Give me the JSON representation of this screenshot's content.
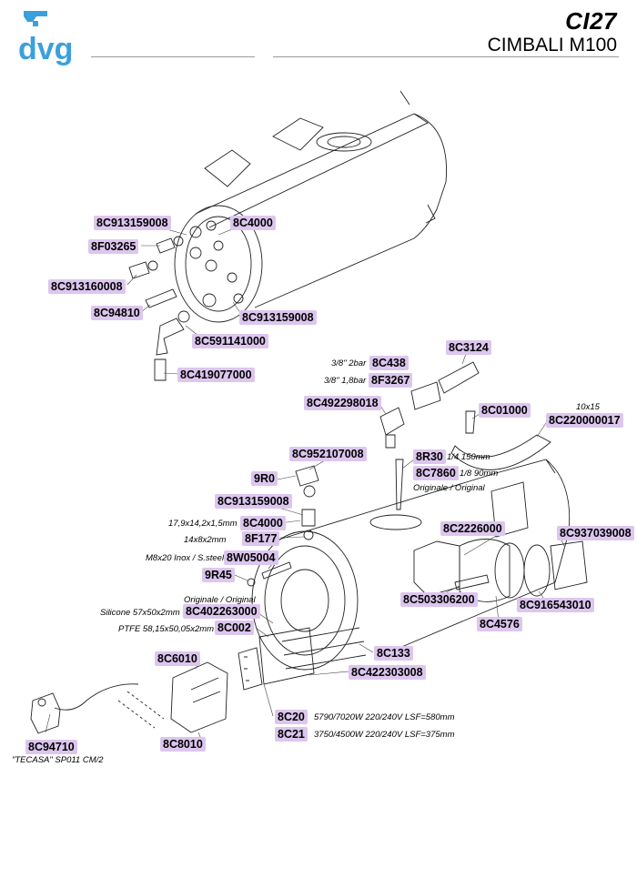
{
  "header": {
    "logo_text": "dvg",
    "code": "CI27",
    "model": "CIMBALI M100"
  },
  "parts": [
    {
      "id": "p1",
      "code": "8C913159008"
    },
    {
      "id": "p2",
      "code": "8C4000"
    },
    {
      "id": "p3",
      "code": "8F03265"
    },
    {
      "id": "p4",
      "code": "8C913160008"
    },
    {
      "id": "p5",
      "code": "8C94810"
    },
    {
      "id": "p6",
      "code": "8C913159008"
    },
    {
      "id": "p7",
      "code": "8C591141000"
    },
    {
      "id": "p8",
      "code": "8C419077000"
    },
    {
      "id": "p9",
      "code": "8C3124"
    },
    {
      "id": "p10",
      "code": "8C438"
    },
    {
      "id": "p11",
      "code": "8F3267"
    },
    {
      "id": "p12",
      "code": "8C492298018"
    },
    {
      "id": "p13",
      "code": "8C01000"
    },
    {
      "id": "p14",
      "code": "8C220000017"
    },
    {
      "id": "p15",
      "code": "8C952107008"
    },
    {
      "id": "p16",
      "code": "8R30"
    },
    {
      "id": "p17",
      "code": "8C7860"
    },
    {
      "id": "p18",
      "code": "9R0"
    },
    {
      "id": "p19",
      "code": "8C913159008"
    },
    {
      "id": "p20",
      "code": "8C4000"
    },
    {
      "id": "p21",
      "code": "8F177"
    },
    {
      "id": "p22",
      "code": "8C2226000"
    },
    {
      "id": "p23",
      "code": "8C937039008"
    },
    {
      "id": "p24",
      "code": "8W05004"
    },
    {
      "id": "p25",
      "code": "9R45"
    },
    {
      "id": "p26",
      "code": "8C503306200"
    },
    {
      "id": "p27",
      "code": "8C916543010"
    },
    {
      "id": "p28",
      "code": "8C402263000"
    },
    {
      "id": "p29",
      "code": "8C002"
    },
    {
      "id": "p30",
      "code": "8C4576"
    },
    {
      "id": "p31",
      "code": "8C6010"
    },
    {
      "id": "p32",
      "code": "8C133"
    },
    {
      "id": "p33",
      "code": "8C422303008"
    },
    {
      "id": "p34",
      "code": "8C20"
    },
    {
      "id": "p35",
      "code": "8C21"
    },
    {
      "id": "p36",
      "code": "8C8010"
    },
    {
      "id": "p37",
      "code": "8C94710"
    }
  ],
  "notes": {
    "n_3_8_2bar": "3/8\" 2bar",
    "n_3_8_18bar": "3/8\" 1,8bar",
    "n_10x15": "10x15",
    "n_1_4_150": "1/4 150mm",
    "n_1_8_90": "1/8 90mm",
    "n_orig1": "Originale / Original",
    "n_17_9": "17,9x14,2x1,5mm",
    "n_14x8": "14x8x2mm",
    "n_m8x20": "M8x20 Inox / S.steel",
    "n_orig2": "Originale / Original",
    "n_silicone": "Silicone 57x50x2mm",
    "n_ptfe": "PTFE 58,15x50,05x2mm",
    "n_5790": "5790/7020W 220/240V LSF=580mm",
    "n_3750": "3750/4500W 220/240V LSF=375mm",
    "n_tecasa": "\"TECASA\" SP011 CM/2"
  },
  "colors": {
    "label_bg": "#dcc6ee",
    "logo_blue": "#3aa0dc"
  }
}
